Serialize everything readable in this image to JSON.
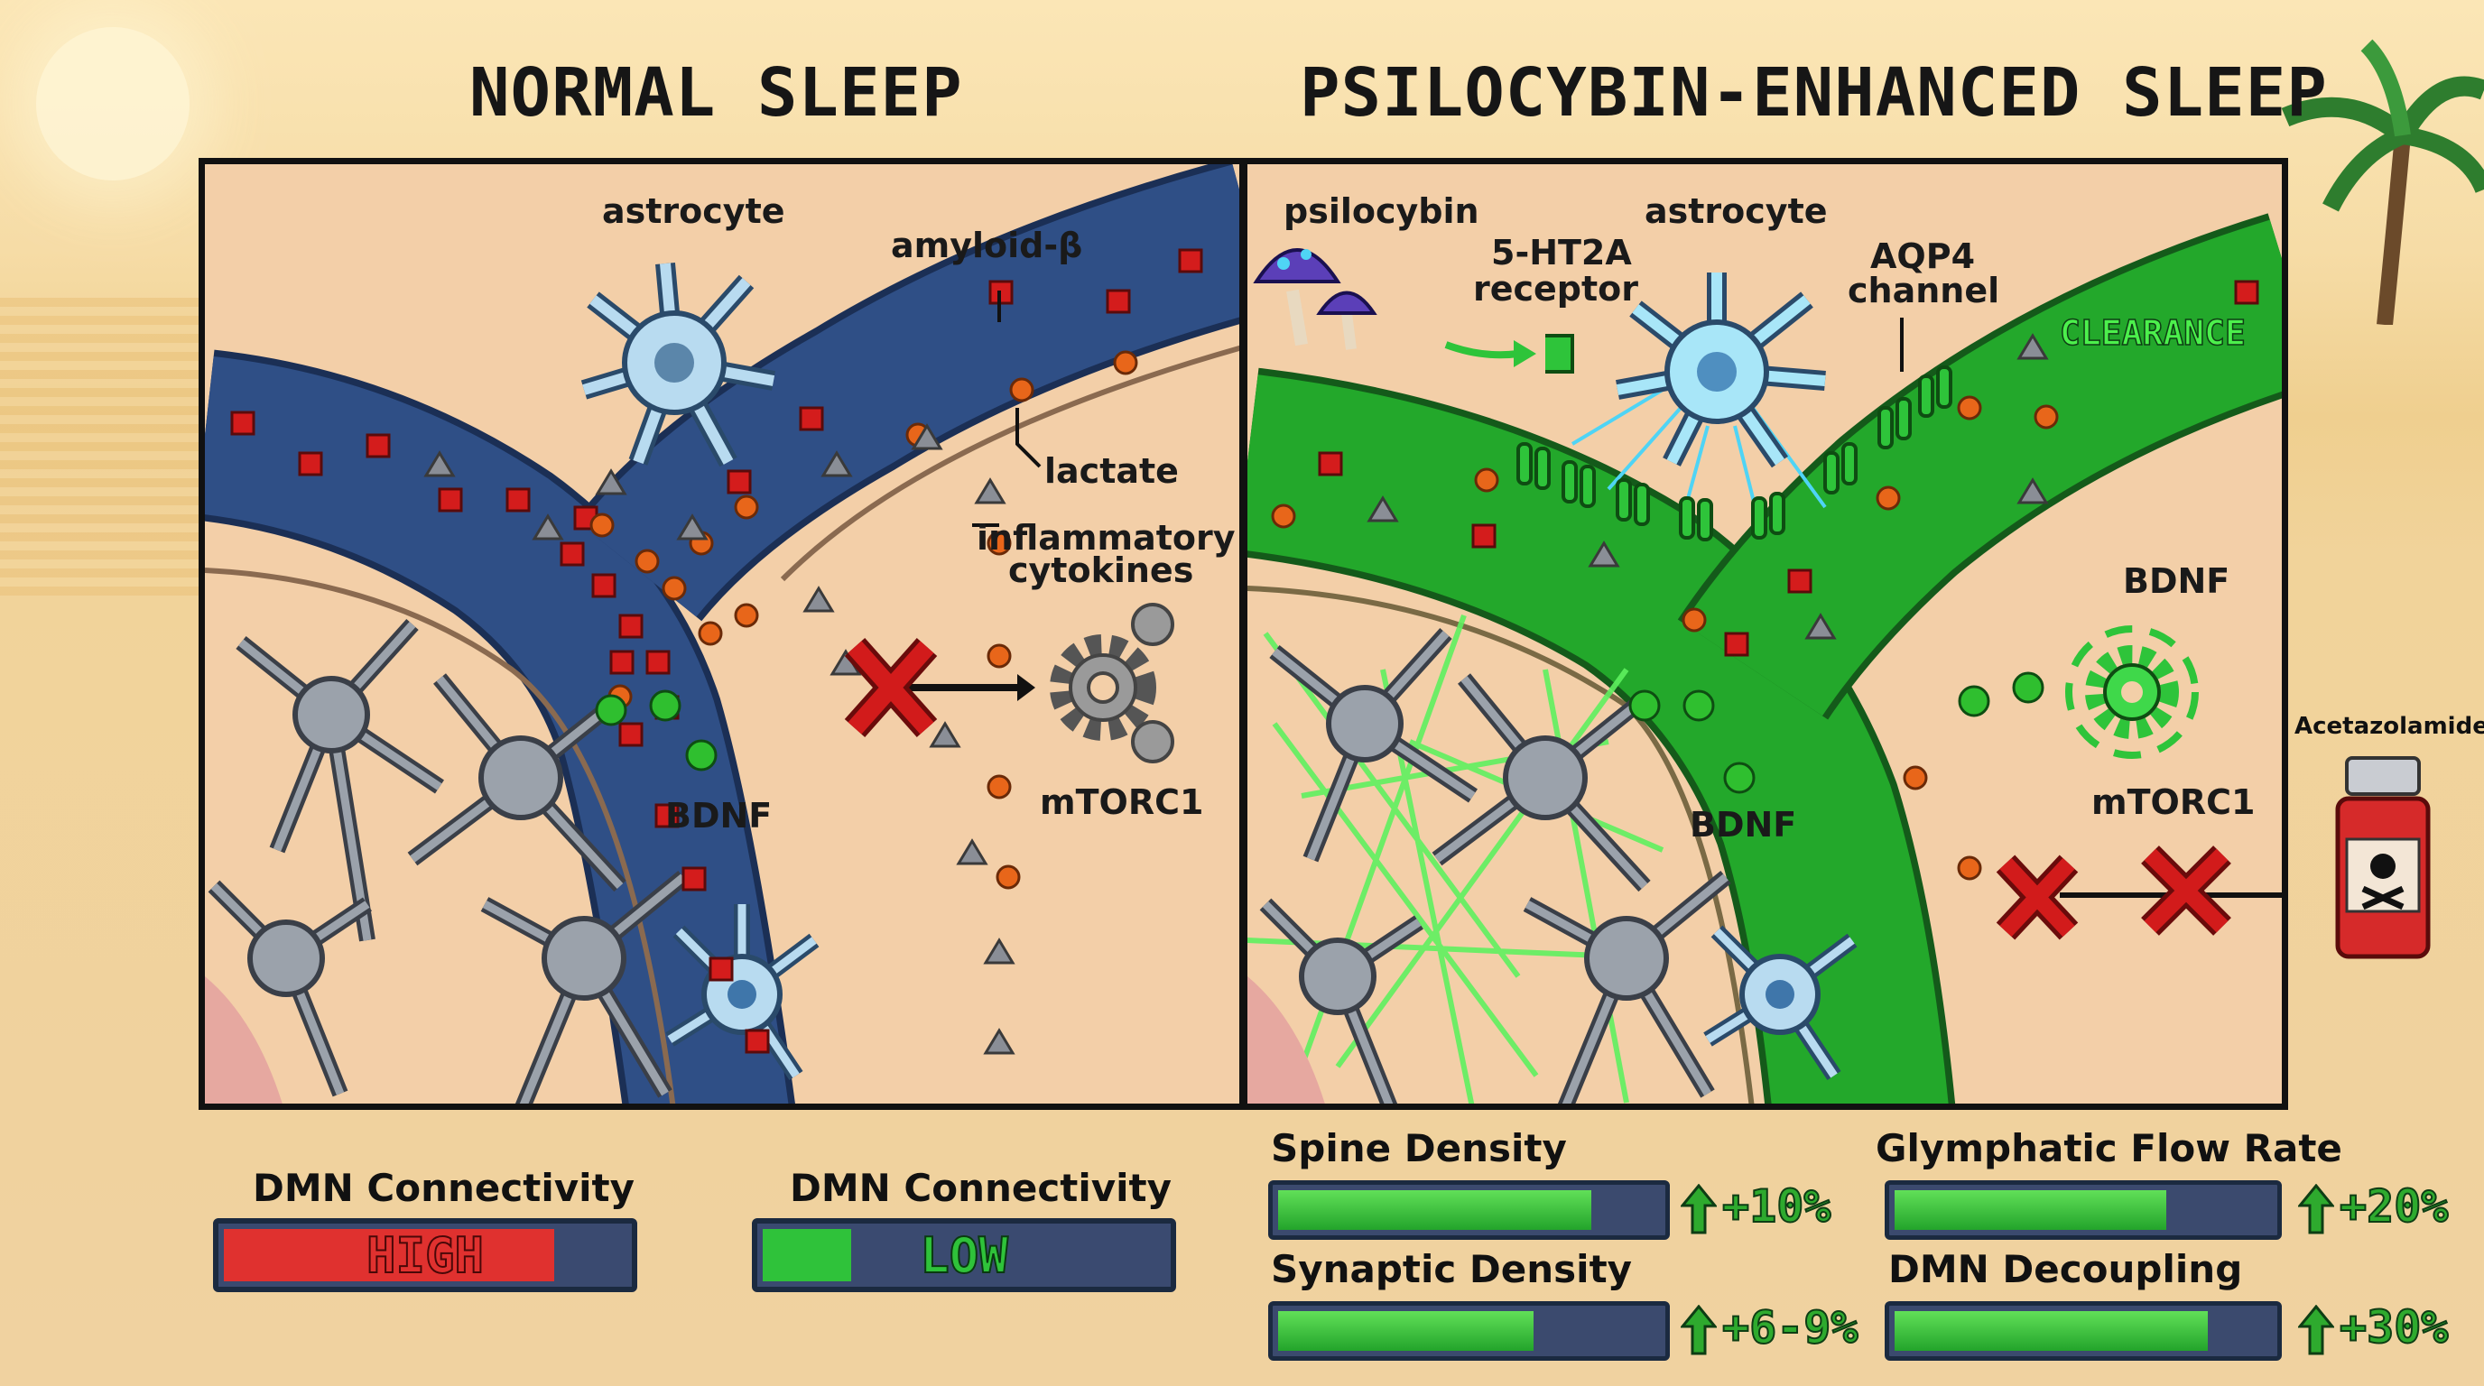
{
  "left": {
    "title": "NORMAL SLEEP",
    "labels": {
      "astrocyte": "astrocyte",
      "amyloid": "amyloid-β",
      "lactate": "lactate",
      "cytokines_1": "inflammatory",
      "cytokines_2": "cytokines",
      "bdnf": "BDNF",
      "mtorc1": "mTORC1"
    },
    "meter1": {
      "label": "DMN Connectivity",
      "value": "HIGH",
      "level": 0.82,
      "color": "#e0312f"
    },
    "meter2": {
      "label": "DMN Connectivity",
      "value": "LOW",
      "level": 0.22,
      "color": "#2fc23a"
    }
  },
  "right": {
    "title": "PSILOCYBIN-ENHANCED SLEEP",
    "labels": {
      "psilocybin": "psilocybin",
      "receptor_1": "5-HT2A",
      "receptor_2": "receptor",
      "astrocyte": "astrocyte",
      "aqp4_1": "AQP4",
      "aqp4_2": "channel",
      "clearance": "CLEARANCE",
      "bdnf_top": "BDNF",
      "bdnf": "BDNF",
      "mtorc1": "mTORC1",
      "drug": "Acetazolamide"
    },
    "metrics": [
      {
        "label": "Spine Density",
        "value": "+10%",
        "level": 0.82
      },
      {
        "label": "Glymphatic Flow Rate",
        "value": "+20%",
        "level": 0.72
      },
      {
        "label": "Synaptic Density",
        "value": "+6-9%",
        "level": 0.67
      },
      {
        "label": "DMN Decoupling",
        "value": "+30%",
        "level": 0.83
      }
    ]
  },
  "colors": {
    "vessel_normal": "#2f4f86",
    "vessel_enhanced": "#23a82b",
    "amyloid": "#d41c1c",
    "lactate": "#e8661a",
    "bdnf": "#2fbf2f",
    "block": "#d21b1b"
  }
}
